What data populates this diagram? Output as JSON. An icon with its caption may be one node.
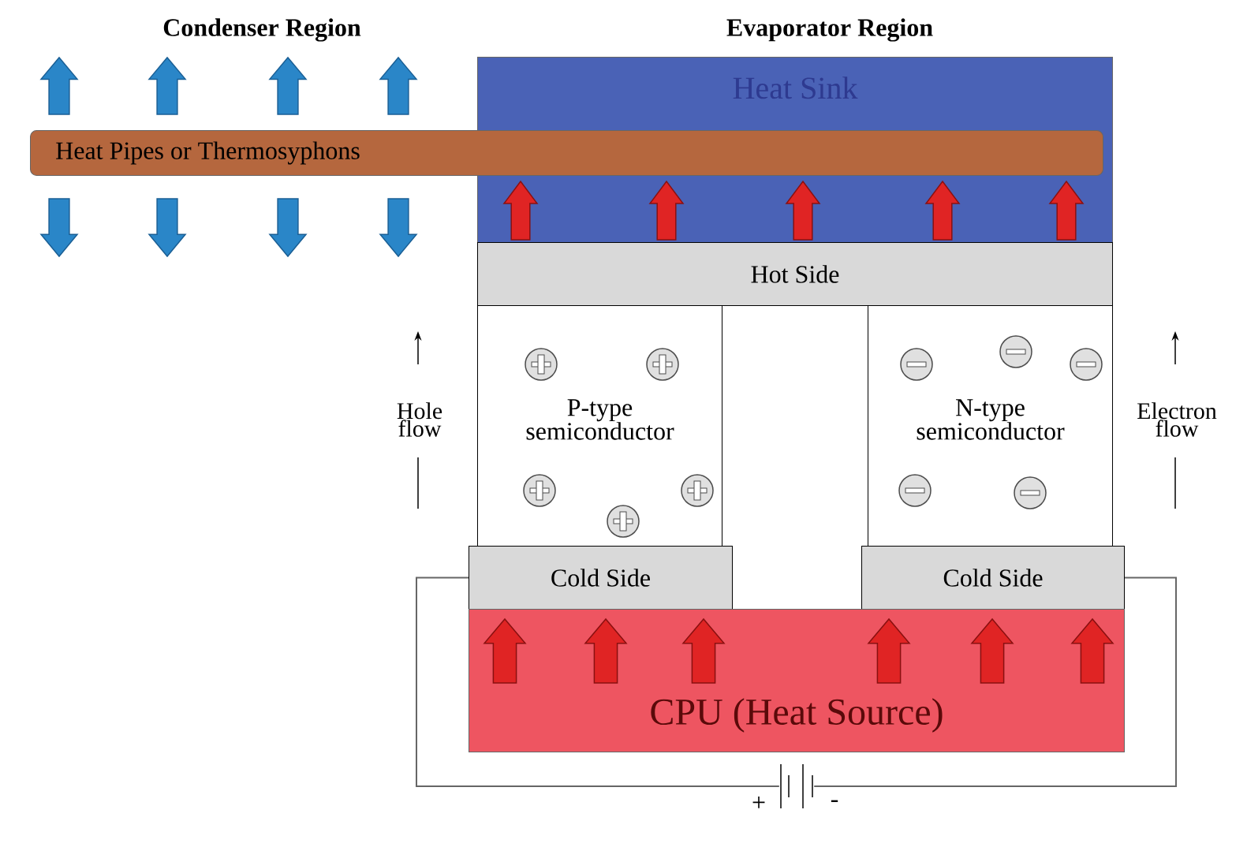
{
  "diagram": {
    "nodes": [
      {
        "text": [
          "Heat Sink"
        ]
      },
      {
        "text": [
          "Heat Pipes or Thermosyphons"
        ]
      },
      {
        "text": [
          "Hot Side"
        ]
      },
      {
        "text": [
          "P-type semiconductor"
        ]
      },
      {
        "text": [
          "N-type semiconductor"
        ]
      },
      {
        "text": [
          "Cold Side"
        ]
      },
      {
        "text": [
          "Cold Side"
        ]
      },
      {
        "text": [
          "CPU (Heat Source)"
        ]
      },
      {
        "text": [],
        "shape": "battery",
        "beside": [
          "+",
          "-"
        ]
      }
    ],
    "edges": [
      {
        "from": 5,
        "to": 8,
        "arrow": "none"
      },
      {
        "from": 8,
        "to": 6,
        "arrow": "none"
      }
    ],
    "labels": [
      "Condenser Region",
      "Evaporator Region",
      "Hole flow",
      "Electron flow"
    ]
  }
}
